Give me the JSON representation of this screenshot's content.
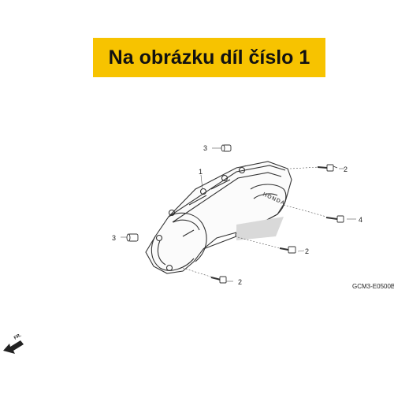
{
  "banner": {
    "text": "Na obrázku díl číslo 1",
    "background": "#f7c300"
  },
  "diagram": {
    "brand_text": "HONDA",
    "diagram_code": "GCM3-E0500B",
    "direction_label": "FR.",
    "callouts": {
      "cover": "1",
      "bolt_top_right": "2",
      "bolt_middle": "2",
      "bolt_bottom": "2",
      "dowel_top": "3",
      "dowel_left": "3",
      "bolt_right": "4"
    }
  }
}
